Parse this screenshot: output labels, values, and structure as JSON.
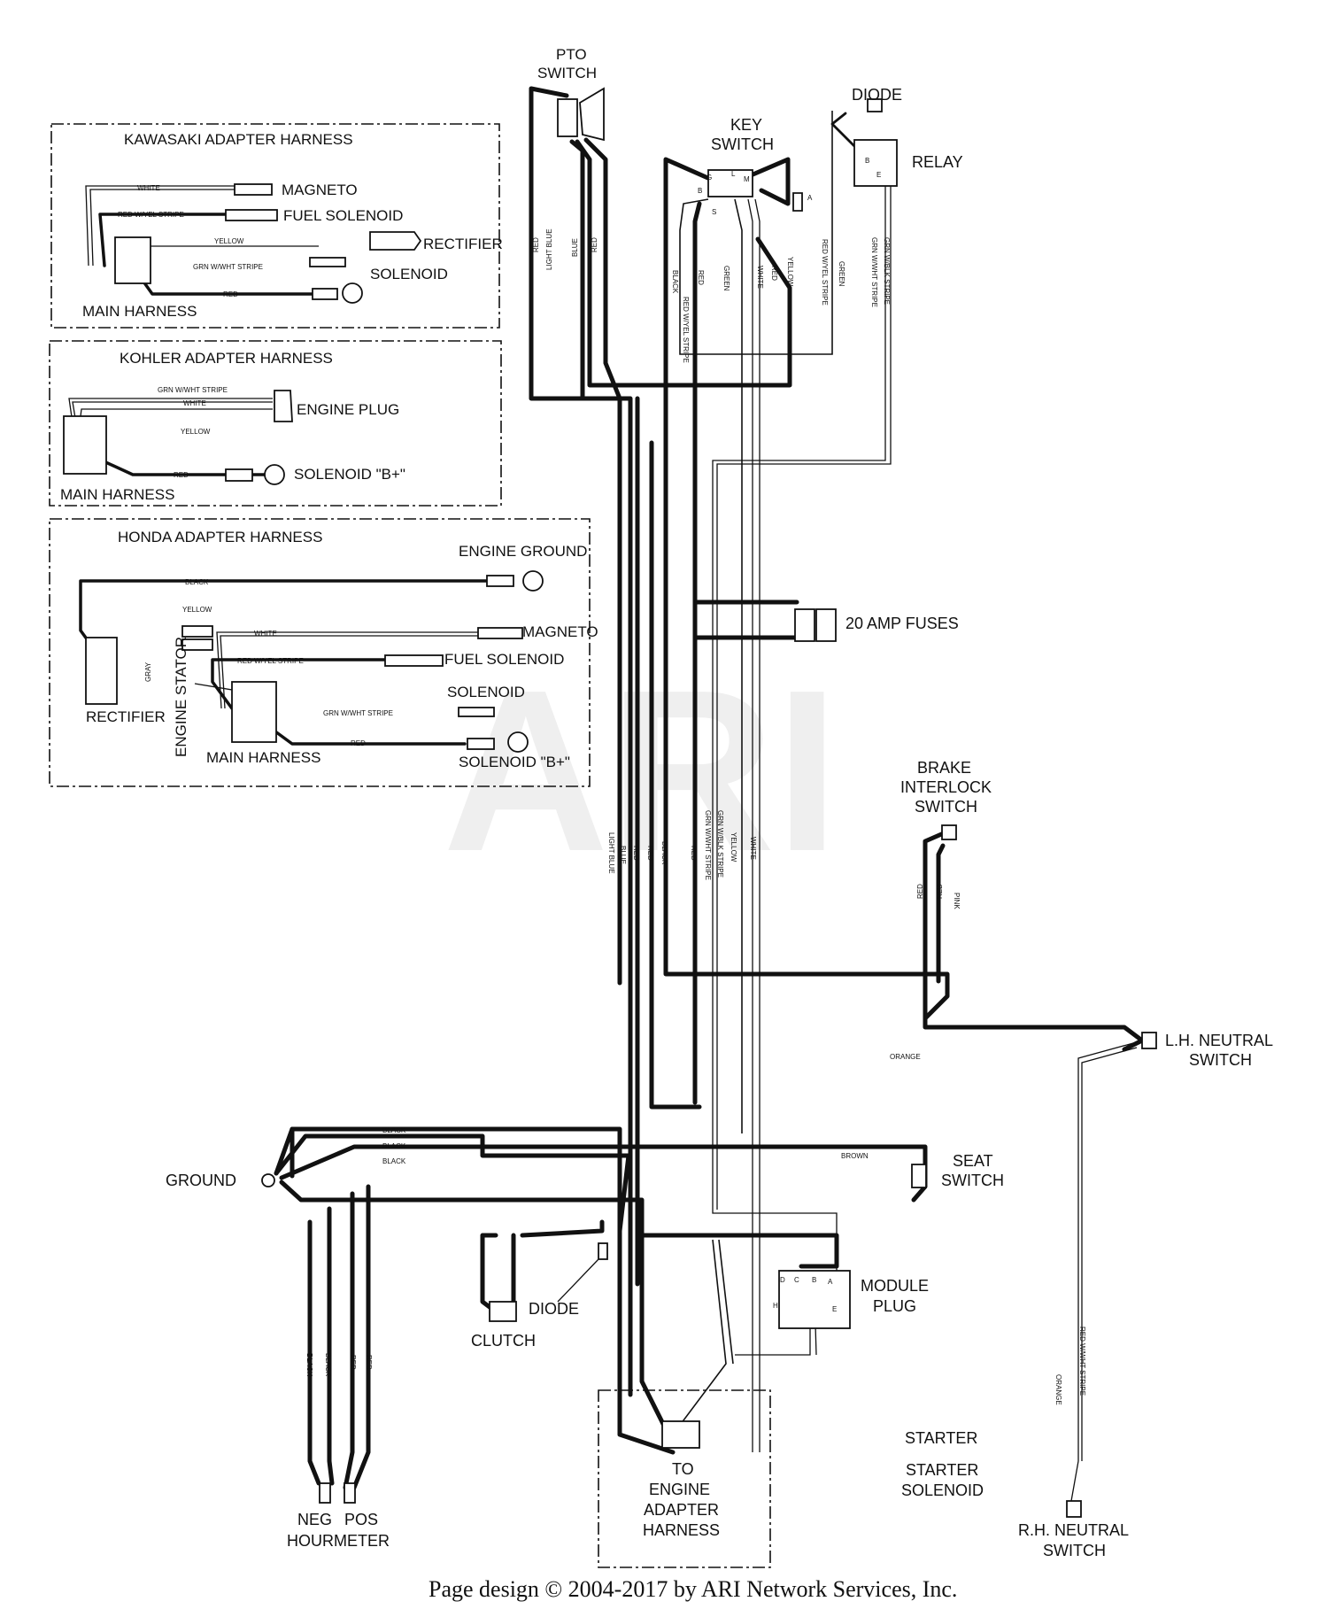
{
  "watermark": "ARI",
  "components": {
    "pto_switch": [
      "PTO",
      "SWITCH"
    ],
    "key_switch": [
      "KEY",
      "SWITCH"
    ],
    "diode_top": "DIODE",
    "relay": "RELAY",
    "fuses": "20 AMP FUSES",
    "brake_interlock": [
      "BRAKE",
      "INTERLOCK",
      "SWITCH"
    ],
    "lh_neutral": [
      "L.H. NEUTRAL",
      "SWITCH"
    ],
    "seat_switch": [
      "SEAT",
      "SWITCH"
    ],
    "ground": "GROUND",
    "diode_bottom": "DIODE",
    "clutch": "CLUTCH",
    "module_plug": [
      "MODULE",
      "PLUG"
    ],
    "hourmeter": {
      "neg": "NEG",
      "pos": "POS",
      "name": "HOURMETER"
    },
    "engine_adapter": [
      "TO",
      "ENGINE",
      "ADAPTER",
      "HARNESS"
    ],
    "starter": "STARTER",
    "starter_solenoid": [
      "STARTER",
      "SOLENOID"
    ],
    "rh_neutral": [
      "R.H. NEUTRAL",
      "SWITCH"
    ]
  },
  "key_switch_terminals": [
    "G",
    "L",
    "M",
    "B",
    "S",
    "A"
  ],
  "relay_terminals": [
    "B",
    "E"
  ],
  "module_plug_terminals": [
    "B",
    "C",
    "D",
    "A",
    "H",
    "E"
  ],
  "kawasaki": {
    "title": "KAWASAKI ADAPTER HARNESS",
    "parts": {
      "magneto": "MAGNETO",
      "fuel_solenoid": "FUEL SOLENOID",
      "rectifier": "RECTIFIER",
      "solenoid": "SOLENOID",
      "main_harness": "MAIN HARNESS"
    },
    "wires": {
      "white": "WHITE",
      "red_yel": "RED W/YEL STRIPE",
      "yellow": "YELLOW",
      "grn_wht": "GRN W/WHT STRIPE",
      "red": "RED"
    }
  },
  "kohler": {
    "title": "KOHLER ADAPTER HARNESS",
    "parts": {
      "engine_plug": "ENGINE PLUG",
      "solenoid_b": "SOLENOID \"B+\"",
      "main_harness": "MAIN HARNESS"
    },
    "wires": {
      "grn_wht": "GRN W/WHT STRIPE",
      "white": "WHITE",
      "yellow": "YELLOW",
      "red": "RED"
    }
  },
  "honda": {
    "title": "HONDA ADAPTER HARNESS",
    "parts": {
      "engine_ground": "ENGINE GROUND",
      "magneto": "MAGNETO",
      "fuel_solenoid": "FUEL SOLENOID",
      "solenoid": "SOLENOID",
      "solenoid_b": "SOLENOID \"B+\"",
      "rectifier": "RECTIFIER",
      "engine_stator": "ENGINE STATOR",
      "main_harness": "MAIN HARNESS"
    },
    "wires": {
      "black": "BLACK",
      "yellow": "YELLOW",
      "white": "WHITE",
      "red_yel": "RED W/YEL STRIPE",
      "gray": "GRAY",
      "grn_wht": "GRN W/WHT STRIPE",
      "red": "RED"
    }
  },
  "wire_labels": {
    "pto_red": "RED",
    "pto_lightblue": "LIGHT BLUE",
    "pto_blue": "BLUE",
    "pto_red2": "RED",
    "key_red_yel": "RED W/YEL STRIPE",
    "key_black": "BLACK",
    "key_red": "RED",
    "key_green": "GREEN",
    "key_white": "WHITE",
    "key_red2": "RED",
    "key_yellow": "YELLOW",
    "relay_red_yel": "RED W/YEL STRIPE",
    "relay_green": "GREEN",
    "relay_grn_blk": "GRN W/BLK STRIPE",
    "relay_grn_wht": "GRN W/WHT STRIPE",
    "trunk_lightblue": "LIGHT BLUE",
    "trunk_blue": "BLUE",
    "trunk_red": "RED",
    "trunk_red2": "RED",
    "trunk_black": "BLACK",
    "trunk_red3": "RED",
    "trunk_grn_wht": "GRN W/WHT STRIPE",
    "trunk_grn_blk": "GRN W/BLK STRIPE",
    "trunk_yellow": "YELLOW",
    "trunk_white": "WHITE",
    "brake_red": "RED",
    "brake_red2": "RED",
    "brake_pink": "PINK",
    "orange": "ORANGE",
    "brown": "BROWN",
    "ground_black1": "BLACK",
    "ground_black2": "BLACK",
    "ground_black3": "BLACK",
    "hm_black1": "BLACK",
    "hm_black2": "BLACK",
    "hm_red1": "RED",
    "hm_red2": "RED",
    "rh_red_wht": "RED W/WHT STRIPE",
    "rh_orange": "ORANGE"
  },
  "footer": "Page design © 2004-2017 by ARI Network Services, Inc."
}
